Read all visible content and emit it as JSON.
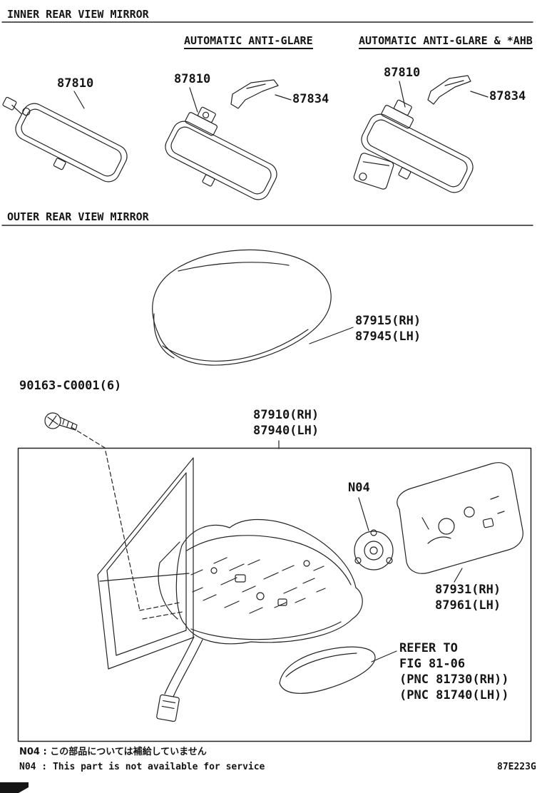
{
  "sections": {
    "inner": {
      "title": "INNER REAR VIEW MIRROR",
      "variants": [
        {
          "header": "",
          "mirror_label": "87810"
        },
        {
          "header": "AUTOMATIC ANTI-GLARE",
          "mirror_label": "87810",
          "cover_label": "87834"
        },
        {
          "header": "AUTOMATIC ANTI-GLARE & *AHB",
          "mirror_label": "87810",
          "cover_label": "87834"
        }
      ]
    },
    "outer": {
      "title": "OUTER REAR VIEW MIRROR",
      "cover_rh": "87915(RH)",
      "cover_lh": "87945(LH)",
      "screw": "90163-C0001(6)",
      "assembly_rh": "87910(RH)",
      "assembly_lh": "87940(LH)",
      "n04_flag": "N04",
      "glass_rh": "87931(RH)",
      "glass_lh": "87961(LH)",
      "refer": [
        "REFER TO",
        "FIG 81-06",
        "(PNC 81730(RH))",
        "(PNC 81740(LH))"
      ]
    }
  },
  "footer": {
    "note_jp": "N04 : この部品については補給していません",
    "note_en": "N04 : This part is not available for service",
    "code": "87E223G"
  }
}
